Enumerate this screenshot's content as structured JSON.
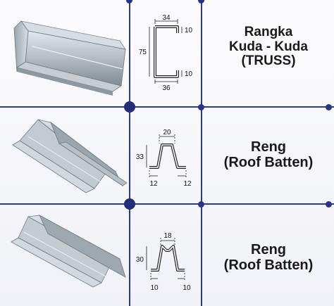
{
  "rows": [
    {
      "title_lines": [
        "Rangka",
        "Kuda - Kuda",
        "(TRUSS)"
      ],
      "dims": {
        "top": "34",
        "lip_top": "10",
        "height": "75",
        "lip_bottom": "10",
        "bottom": "36"
      }
    },
    {
      "title_lines": [
        "Reng",
        "(Roof Batten)"
      ],
      "dims": {
        "top": "20",
        "height": "33",
        "left": "12",
        "right": "12"
      }
    },
    {
      "title_lines": [
        "Reng",
        "(Roof Batten)"
      ],
      "dims": {
        "top": "18",
        "height": "30",
        "left": "10",
        "right": "10"
      }
    }
  ],
  "colors": {
    "grid": "#2f3a8f",
    "dot": "#242d78",
    "steel_light": "#cfd6dc",
    "steel_dark": "#7d8891"
  }
}
